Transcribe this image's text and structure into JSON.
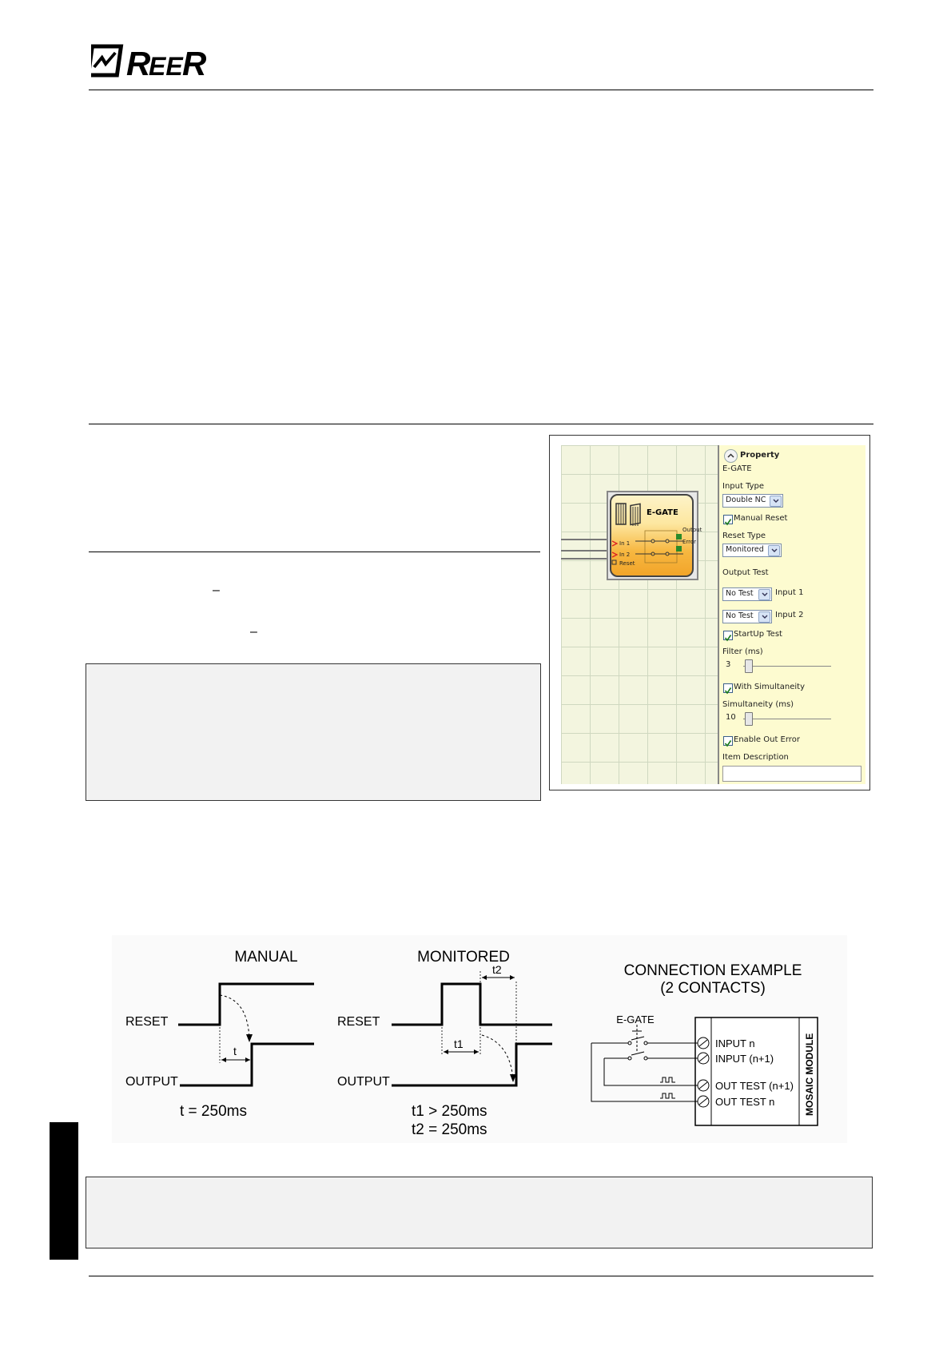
{
  "screenshot": {
    "canvas": {
      "block_title": "E-GATE",
      "pin_in1": "In 1",
      "pin_in2": "In 2",
      "pin_reset": "Reset",
      "pin_output": "Output",
      "pin_error": "Error"
    },
    "property_panel": {
      "header": "Property",
      "element": "E-GATE",
      "input_type_label": "Input Type",
      "input_type_value": "Double NC",
      "manual_reset_label": "Manual Reset",
      "manual_reset_checked": true,
      "reset_type_label": "Reset Type",
      "reset_type_value": "Monitored",
      "output_test_label": "Output Test",
      "output_test_1_value": "No Test",
      "output_test_1_label": "Input 1",
      "output_test_2_value": "No Test",
      "output_test_2_label": "Input 2",
      "startup_test_label": "StartUp Test",
      "startup_test_checked": true,
      "filter_label": "Filter (ms)",
      "filter_value": "3",
      "with_simultaneity_label": "With Simultaneity",
      "with_simultaneity_checked": true,
      "simultaneity_label": "Simultaneity (ms)",
      "simultaneity_value": "10",
      "enable_out_error_label": "Enable Out Error",
      "enable_out_error_checked": true,
      "item_description_label": "Item Description",
      "item_description_value": ""
    }
  },
  "timing_diagram": {
    "manual": {
      "title": "MANUAL",
      "reset_label": "RESET",
      "output_label": "OUTPUT",
      "t_label": "t",
      "formula": "t = 250ms"
    },
    "monitored": {
      "title": "MONITORED",
      "reset_label": "RESET",
      "output_label": "OUTPUT",
      "t1_label": "t1",
      "t2_label": "t2",
      "formula_1": "t1 > 250ms",
      "formula_2": "t2 = 250ms"
    },
    "connection": {
      "title_1": "CONNECTION EXAMPLE",
      "title_2": "(2 CONTACTS)",
      "device_label": "E-GATE",
      "input_n": "INPUT n",
      "input_n1": "INPUT (n+1)",
      "out_test_n1": "OUT TEST (n+1)",
      "out_test_n": "OUT TEST n",
      "module_label": "MOSAIC MODULE"
    }
  },
  "page_marks": {
    "dash_1": "–",
    "dash_2": "–"
  }
}
